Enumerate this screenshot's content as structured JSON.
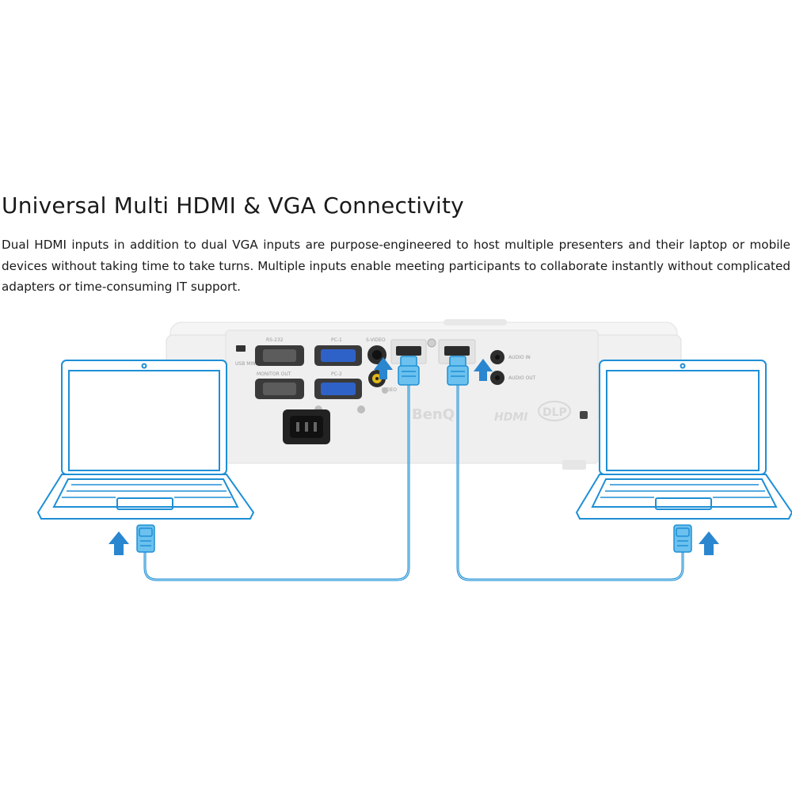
{
  "heading": "Universal Multi HDMI & VGA Connectivity",
  "description": "Dual HDMI inputs in addition to dual VGA inputs are purpose-engineered to host multiple presenters and their laptop or mobile devices without taking time to take turns. Multiple inputs enable meeting participants to collaborate instantly without complicated adapters or time-consuming IT support.",
  "projector": {
    "brand": "BenQ",
    "hdmi_logo": "HDMI",
    "dlp_logo": "DLP",
    "ports": {
      "rs232": "RS-232",
      "pc1": "PC-1",
      "svideo": "S-VIDEO",
      "usb": "USB MINI B",
      "monitor_out": "MONITOR OUT",
      "pc2": "PC-2",
      "video": "VIDEO",
      "audio_in": "AUDIO IN",
      "audio_out": "AUDIO OUT"
    }
  },
  "colors": {
    "accent": "#1e8fd6",
    "arrow": "#2a86cf",
    "projector_body": "#f3f3f3",
    "panel": "#ececec"
  },
  "icons": [
    "laptop-icon",
    "hdmi-plug-icon",
    "arrow-up-icon",
    "power-socket-icon"
  ]
}
